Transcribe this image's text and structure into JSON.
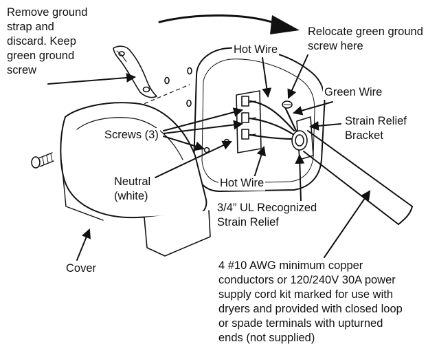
{
  "labels": {
    "remove_strap": [
      "Remove ground",
      "strap and",
      "discard. Keep",
      "green ground",
      "screw"
    ],
    "relocate": [
      "Relocate green ground",
      "screw here"
    ],
    "hot_wire_top": "Hot Wire",
    "green_wire": "Green Wire",
    "strain_bracket": [
      "Strain Relief",
      "Bracket"
    ],
    "screws": "Screws (3)",
    "neutral": [
      "Neutral",
      "(white)"
    ],
    "hot_wire_bottom": "Hot Wire",
    "ul_strain": [
      "3/4” UL Recognized",
      "Strain Relief"
    ],
    "cover": "Cover",
    "conductors": [
      "4 #10 AWG minimum copper",
      "conductors or 120/240V 30A power",
      "supply cord kit marked for use with",
      "dryers and provided with closed loop",
      "or spade terminals with upturned",
      "ends (not supplied)"
    ]
  },
  "colors": {
    "ink": "#111111",
    "paper": "#ffffff"
  }
}
